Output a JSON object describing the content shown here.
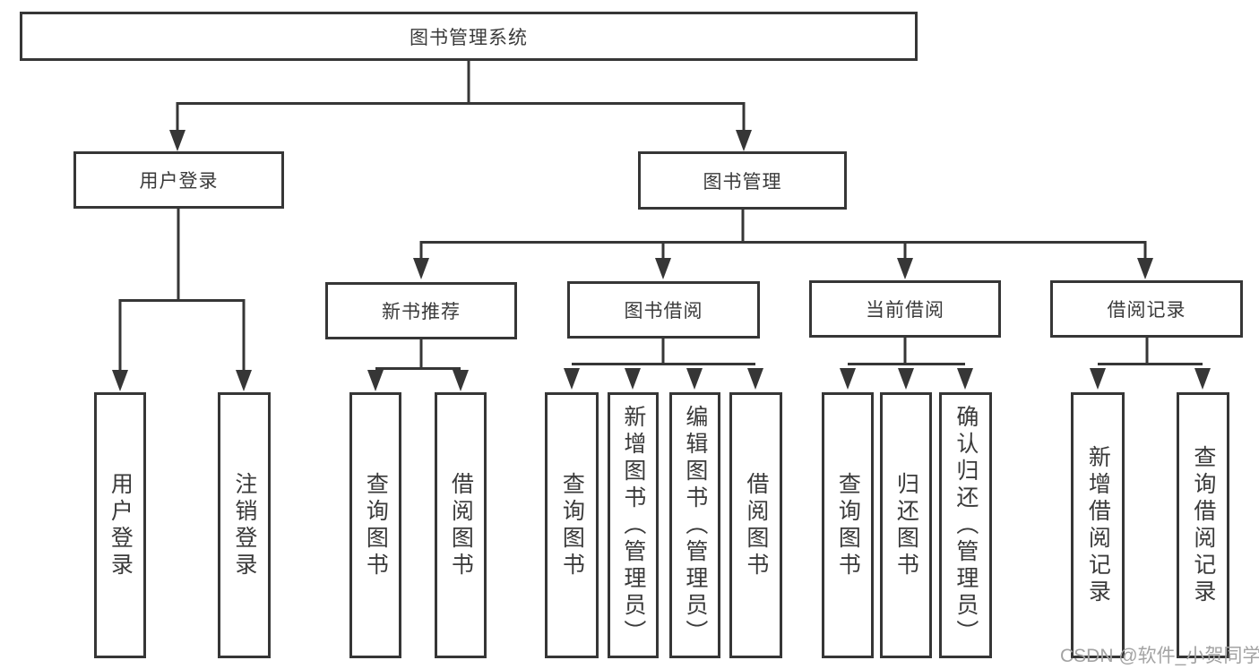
{
  "diagram_type": "functional-structure-tree",
  "tree": {
    "root": {
      "label": "图书管理系统",
      "children": [
        {
          "label": "用户登录",
          "children": [
            {
              "label": "用户登录"
            },
            {
              "label": "注销登录"
            }
          ]
        },
        {
          "label": "图书管理",
          "children": [
            {
              "label": "新书推荐",
              "children": [
                {
                  "label": "查询图书"
                },
                {
                  "label": "借阅图书"
                }
              ]
            },
            {
              "label": "图书借阅",
              "children": [
                {
                  "label": "查询图书"
                },
                {
                  "label": "新增图书（管理员）"
                },
                {
                  "label": "编辑图书（管理员）"
                },
                {
                  "label": "借阅图书"
                }
              ]
            },
            {
              "label": "当前借阅",
              "children": [
                {
                  "label": "查询图书"
                },
                {
                  "label": "归还图书"
                },
                {
                  "label": "确认归还（管理员）"
                }
              ]
            },
            {
              "label": "借阅记录",
              "children": [
                {
                  "label": "新增借阅记录"
                },
                {
                  "label": "查询借阅记录"
                }
              ]
            }
          ]
        }
      ]
    }
  },
  "watermark": {
    "text": "CSDN @软件_小贺同学"
  },
  "colors": {
    "line": "#363636",
    "text": "#3a3a3a",
    "watermark": "#a3a3a3",
    "background": "#ffffff"
  }
}
